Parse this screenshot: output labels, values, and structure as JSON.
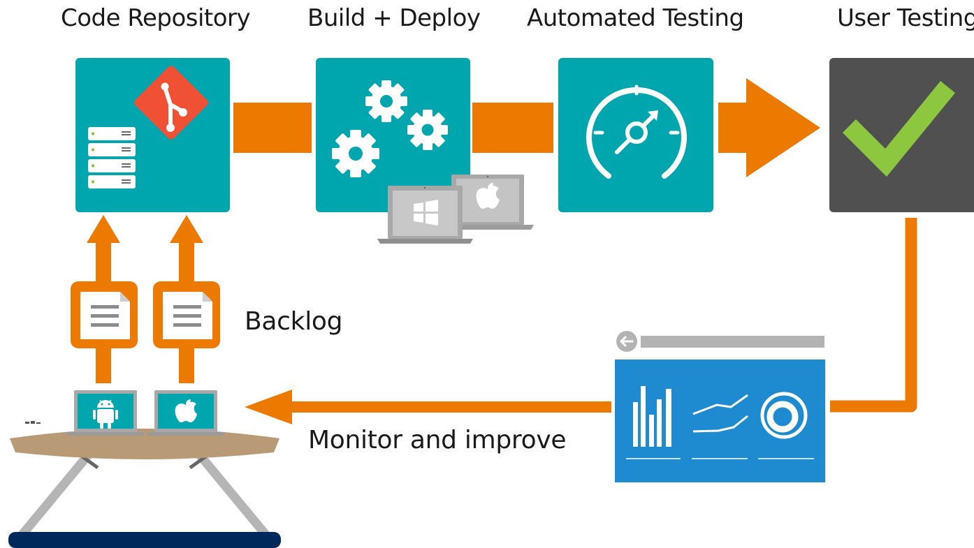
{
  "stages": {
    "code_repository": "Code Repository",
    "build_deploy": "Build + Deploy",
    "automated_testing": "Automated Testing",
    "user_testing": "User Testing"
  },
  "labels": {
    "backlog": "Backlog",
    "monitor": "Monitor and improve"
  },
  "colors": {
    "teal": "#00A6AD",
    "orange": "#EC7A00",
    "dark_tile": "#505050",
    "check_green": "#8DC63F",
    "git_red": "#F05033",
    "dashboard_blue": "#1E8BD0",
    "laptop_grey": "#B9B9B9",
    "table_top": "#B89A77",
    "table_base": "#00285A"
  }
}
